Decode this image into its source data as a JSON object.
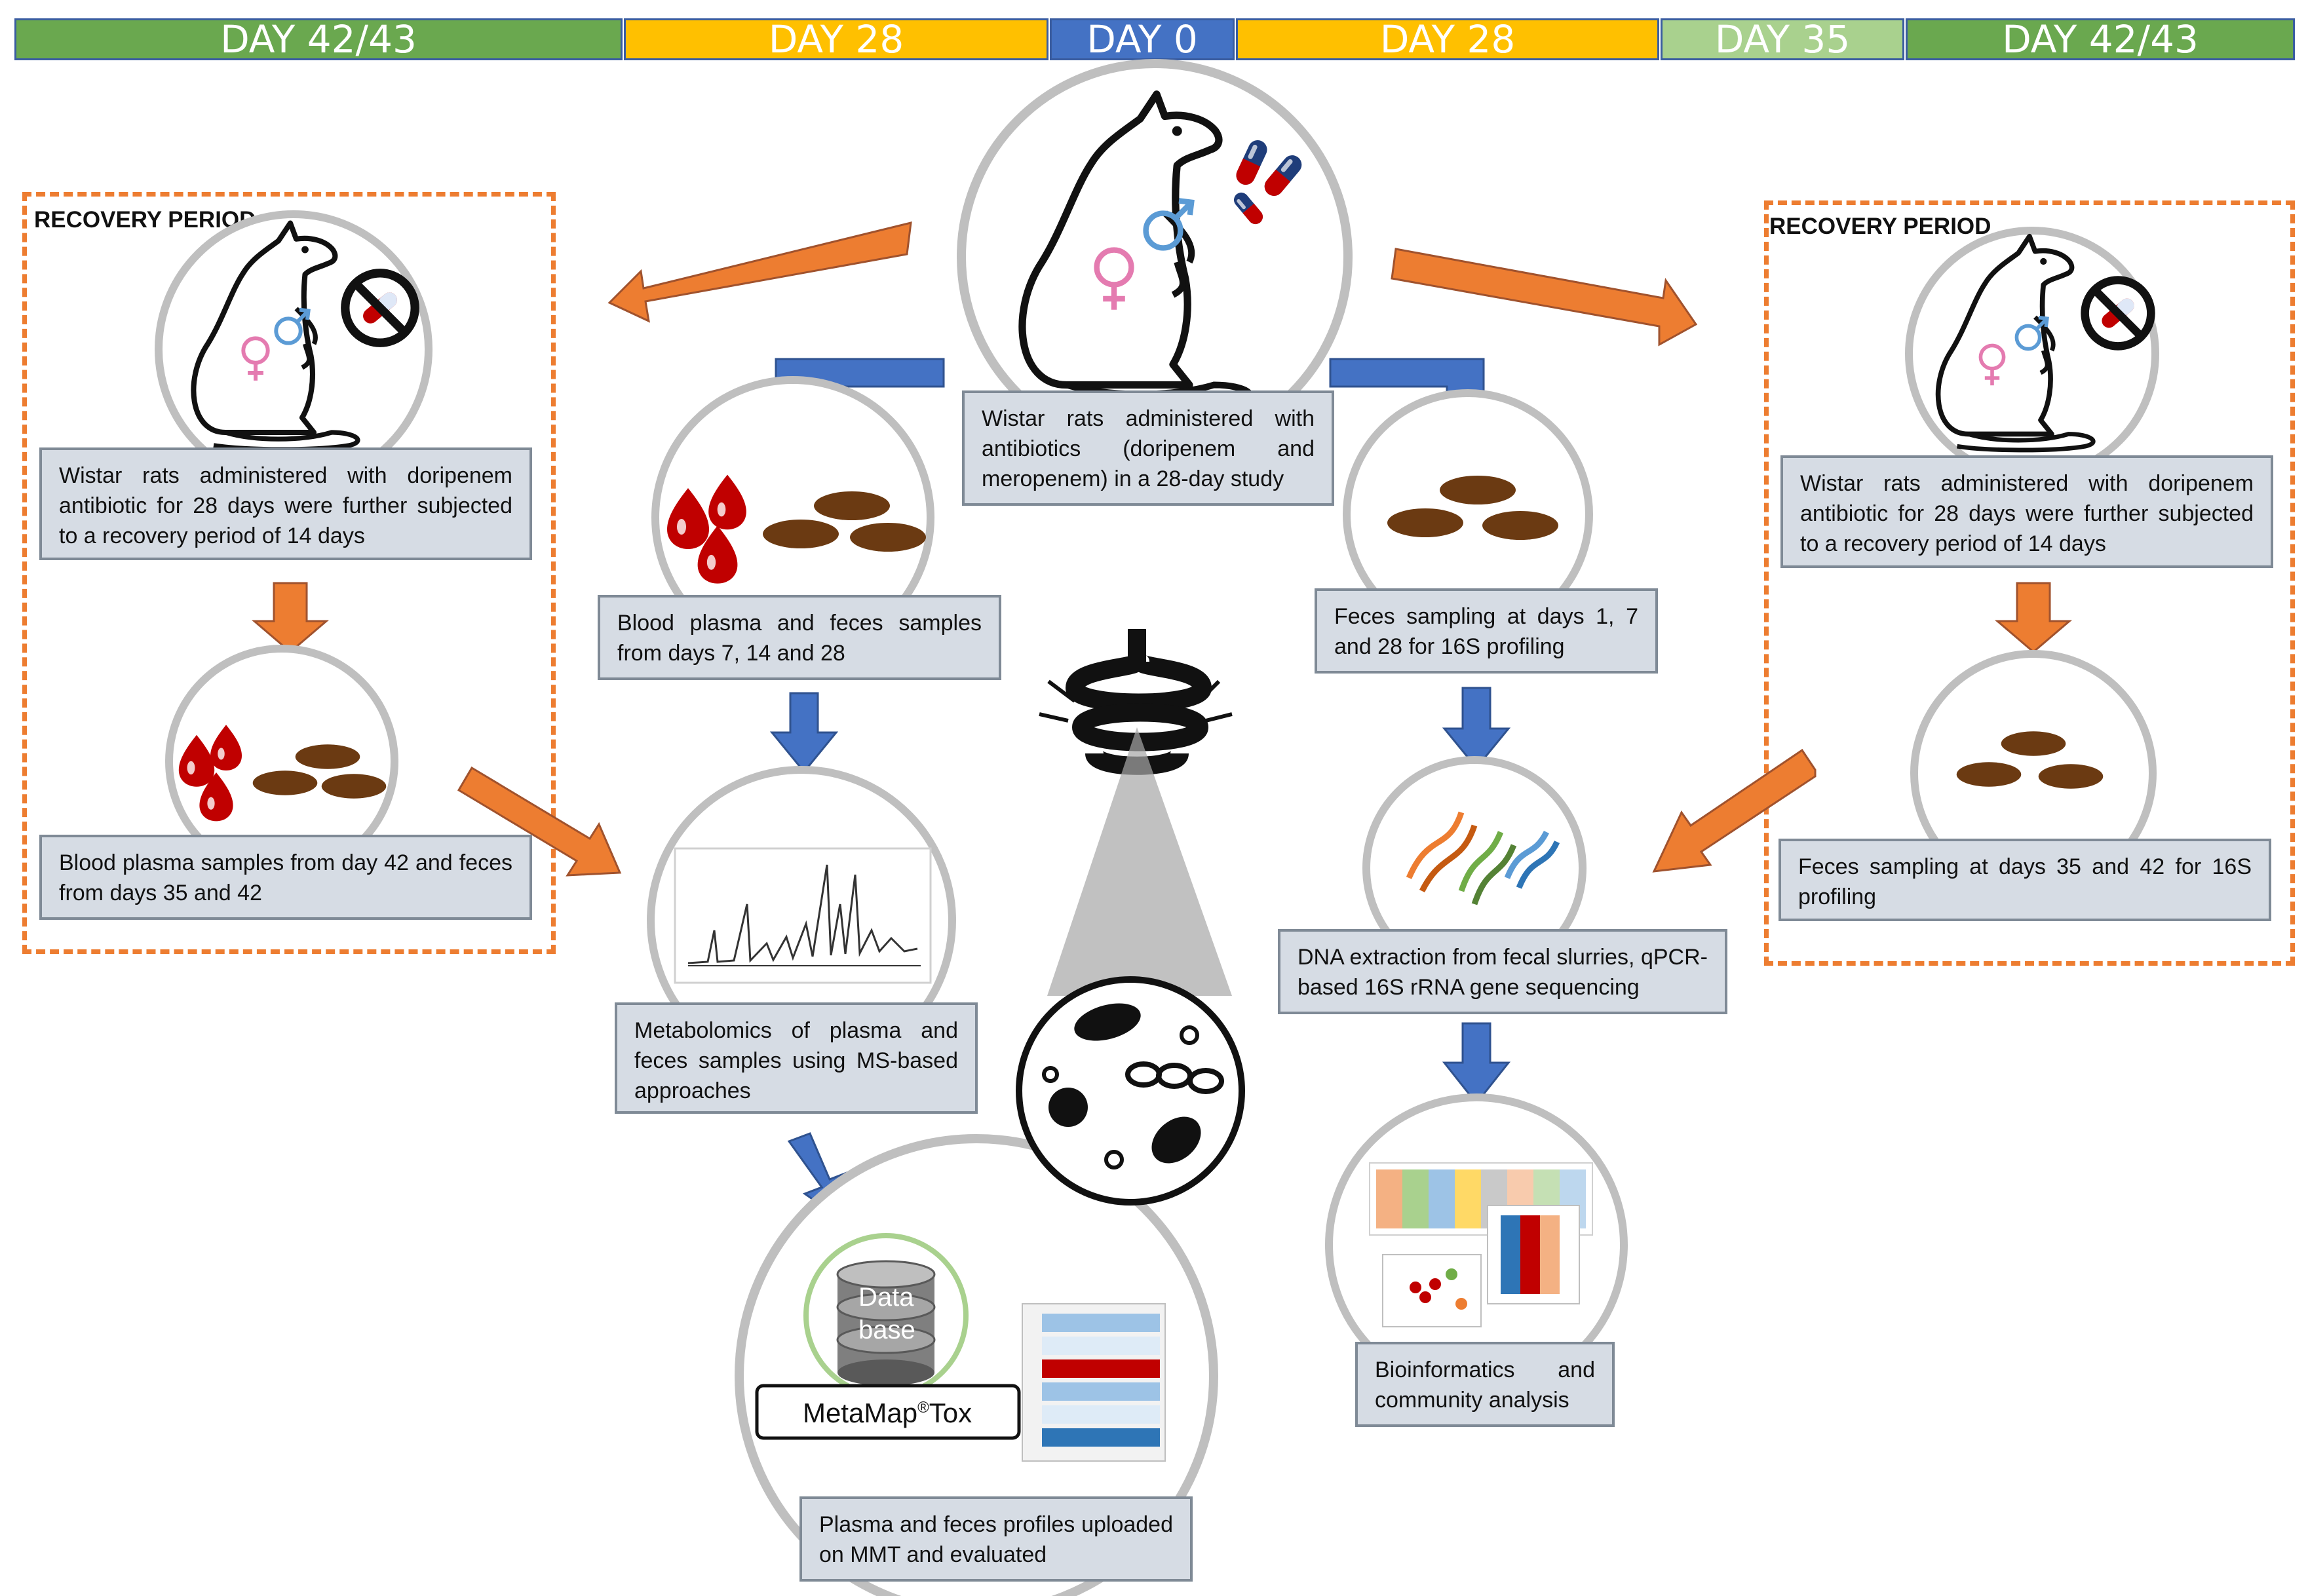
{
  "timeline": {
    "days": [
      {
        "label": "DAY 42/43",
        "color": "#6aa84f"
      },
      {
        "label": "DAY 28",
        "color": "#ffc000"
      },
      {
        "label": "DAY 0",
        "color": "#4472c4"
      },
      {
        "label": "DAY 28",
        "color": "#ffc000"
      },
      {
        "label": "DAY 35",
        "color": "#a9d18e"
      },
      {
        "label": "DAY 42/43",
        "color": "#6aa84f"
      }
    ]
  },
  "center": {
    "description": "Wistar rats administered with antibiotics (doripenem and meropenem) in a 28-day study"
  },
  "left_recovery": {
    "label": "RECOVERY PERIOD",
    "description": "Wistar rats administered with doripenem antibiotic for 28 days were further subjected to a recovery period of 14 days",
    "samples": "Blood plasma samples from day 42 and feces from days 35 and 42"
  },
  "right_recovery": {
    "label": "RECOVERY PERIOD",
    "description": "Wistar rats administered with doripenem antibiotic for 28 days were further subjected to a recovery period of 14 days",
    "samples": "Feces sampling at days 35 and 42 for 16S profiling"
  },
  "metabolomics_path": {
    "samples": "Blood plasma and feces samples from days 7, 14 and 28",
    "metabolomics": "Metabolomics of plasma and feces samples using MS-based approaches",
    "upload": "Plasma and feces profiles uploaded on MMT and evaluated",
    "database_line1": "Data",
    "database_line2": "base",
    "metamap_name": "MetaMap",
    "metamap_reg": "®",
    "metamap_suffix": "Tox"
  },
  "microbiome_path": {
    "sampling": "Feces sampling at days 1, 7 and 28 for 16S profiling",
    "dna": "DNA extraction from fecal slurries, qPCR-based 16S rRNA gene sequencing",
    "bioinformatics": "Bioinformatics and community analysis"
  },
  "colors": {
    "orange_arrow": "#ed7d31",
    "blue_arrow": "#4472c4",
    "circle_border": "#bfbfbf",
    "text_box_fill": "#d6dce4",
    "blood": "#c00000",
    "feces": "#6b3a12"
  },
  "icons": [
    "rat-icon",
    "male-symbol-icon",
    "female-symbol-icon",
    "capsule-icon",
    "no-pill-icon",
    "blood-drop-icon",
    "feces-pellet-icon",
    "intestine-icon",
    "bacteria-icon",
    "dna-helix-icon",
    "database-icon",
    "chromatogram-icon",
    "heatmap-icon"
  ]
}
